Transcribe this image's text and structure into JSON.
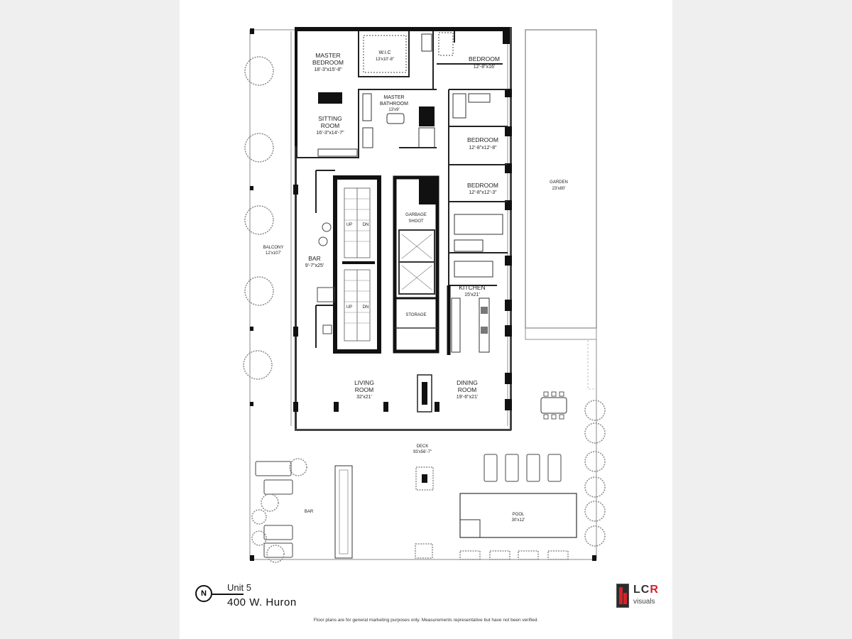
{
  "rooms": {
    "master_bedroom": {
      "name1": "MASTER",
      "name2": "BEDROOM",
      "dims": "18'-3\"x15'-8\""
    },
    "wic": {
      "name": "W.I.C",
      "dims": "13'x10'-8\""
    },
    "bedroom_1": {
      "name": "BEDROOM",
      "dims": "12'-8\"x16'"
    },
    "master_bathroom": {
      "name1": "MASTER",
      "name2": "BATHROOM",
      "dims": "13'x9'"
    },
    "sitting_room": {
      "name1": "SITTING",
      "name2": "ROOM",
      "dims": "16'-3\"x14'-7\""
    },
    "bedroom_2": {
      "name": "BEDROOM",
      "dims": "12'-8\"x12'-8\""
    },
    "bedroom_3": {
      "name": "BEDROOM",
      "dims": "12'-8\"x12'-3\""
    },
    "garden": {
      "name": "GARDEN",
      "dims": "23'x80'"
    },
    "garbage": {
      "name1": "GARBAGE",
      "name2": "SHOOT"
    },
    "stair_up_1": "UP",
    "stair_dn_1": "DN",
    "stair_up_2": "UP",
    "stair_dn_2": "DN",
    "balcony": {
      "name": "BALCONY",
      "dims": "12'x107'"
    },
    "bar_inside": {
      "name": "BAR",
      "dims": "9'-7\"x25'"
    },
    "kitchen": {
      "name": "KITCHEN",
      "dims": "15'x21'"
    },
    "storage": {
      "name": "STORAGE"
    },
    "living_room": {
      "name1": "LIVING",
      "name2": "ROOM",
      "dims": "32'x21'"
    },
    "dining_room": {
      "name1": "DINING",
      "name2": "ROOM",
      "dims": "19'-6\"x21'"
    },
    "deck": {
      "name": "DECK",
      "dims": "93'x56'-7\""
    },
    "bar_outside": {
      "name": "BAR"
    },
    "pool": {
      "name": "POOL",
      "dims": "30'x12'"
    }
  },
  "footer": {
    "compass": "N",
    "unit": "Unit 5",
    "address": "400 W. Huron",
    "disclaimer": "Floor plans are for general marketing purposes only. Measurements representative but have not been verified.",
    "logo_main": "LC",
    "logo_accent": "R",
    "logo_sub": "visuals"
  },
  "colors": {
    "wall": "#111111",
    "tree": "#8a8a8a",
    "logo_red": "#d3232a"
  }
}
